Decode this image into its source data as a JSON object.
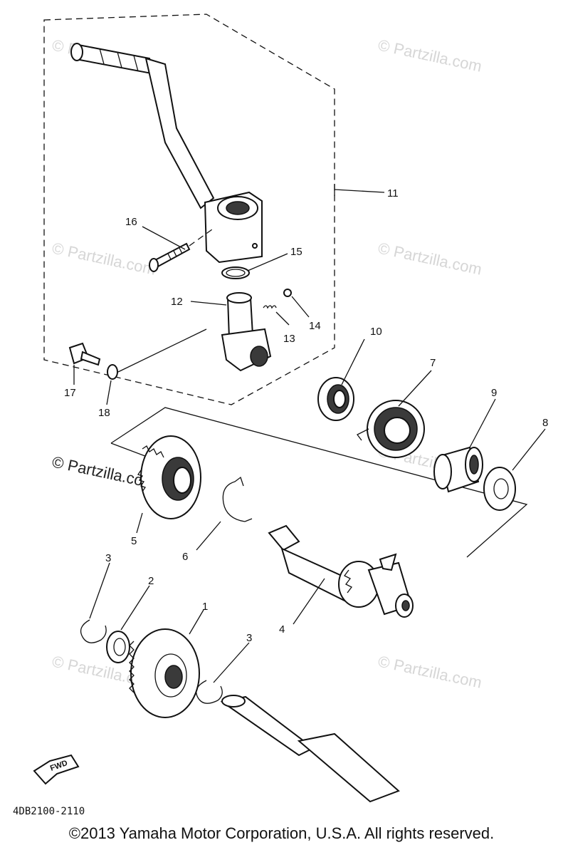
{
  "callouts": {
    "n1": "1",
    "n2": "2",
    "n3a": "3",
    "n3b": "3",
    "n4": "4",
    "n5": "5",
    "n6": "6",
    "n7": "7",
    "n8": "8",
    "n9": "9",
    "n10": "10",
    "n11": "11",
    "n12": "12",
    "n13": "13",
    "n14": "14",
    "n15": "15",
    "n16": "16",
    "n17": "17",
    "n18": "18"
  },
  "watermark": {
    "text": "© Partzilla.com",
    "prominent": "© Partzilla.com"
  },
  "fwd_label": "FWD",
  "diagram_code": "4DB2100-2110",
  "copyright": "©2013 Yamaha Motor Corporation, U.S.A. All rights reserved."
}
